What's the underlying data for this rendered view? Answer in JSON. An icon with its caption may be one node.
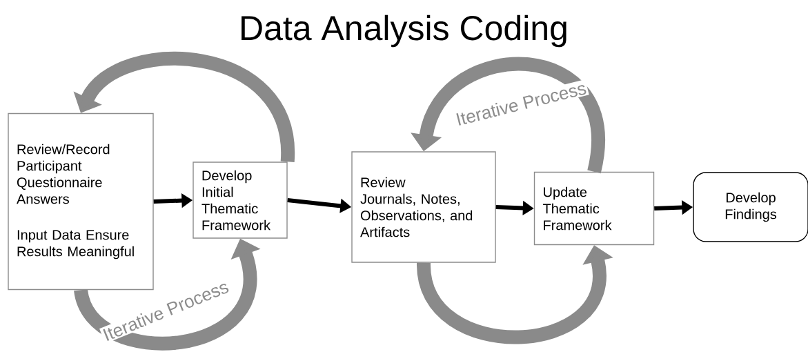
{
  "diagram": {
    "title": "Data Analysis Coding",
    "nodes": [
      {
        "text": [
          "Review/Record Participant Questionnaire Answers",
          "Input Data Ensure Results Meaningful"
        ]
      },
      {
        "text": [
          "Develop Initial Thematic Framework"
        ]
      },
      {
        "text": [
          "Review Journals, Notes, Observations, and Artifacts"
        ]
      },
      {
        "text": [
          "Update Thematic Framework"
        ]
      },
      {
        "text": [
          "Develop Findings"
        ]
      }
    ],
    "edges": [
      {
        "from": 0,
        "to": 1,
        "arrow": "to"
      },
      {
        "from": 1,
        "to": 2,
        "arrow": "to"
      },
      {
        "from": 2,
        "to": 3,
        "arrow": "to"
      },
      {
        "from": 3,
        "to": 4,
        "arrow": "to"
      },
      {
        "from": 1,
        "to": 0,
        "arrow": "to",
        "style": "thick",
        "color": "#8a8a8a"
      },
      {
        "from": 0,
        "to": 1,
        "arrow": "to",
        "style": "thick",
        "color": "#8a8a8a",
        "label": "Iterative Process"
      },
      {
        "from": 3,
        "to": 2,
        "arrow": "to",
        "style": "thick",
        "color": "#8a8a8a",
        "label": "Iterative Process"
      },
      {
        "from": 2,
        "to": 3,
        "arrow": "to",
        "style": "thick",
        "color": "#8a8a8a"
      }
    ]
  }
}
